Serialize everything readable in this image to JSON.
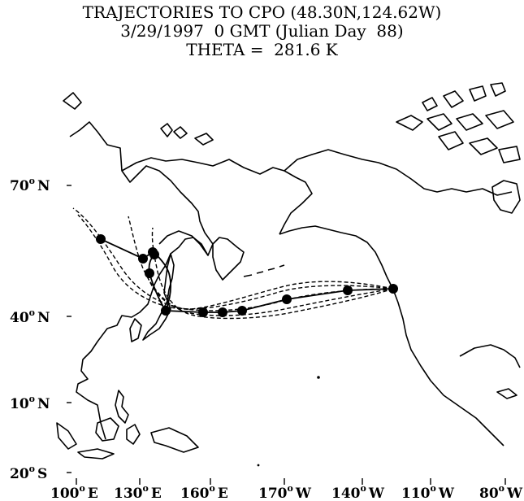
{
  "title": {
    "line1": "TRAJECTORIES TO CPO (48.30N,124.62W)",
    "line2": "3/29/1997  0 GMT (Julian Day  88)",
    "line3": "THETA =  281.6 K"
  },
  "axes": {
    "y_labels": [
      {
        "deg": "70",
        "hemi": "N"
      },
      {
        "deg": "40",
        "hemi": "N"
      },
      {
        "deg": "10",
        "hemi": "N"
      },
      {
        "deg": "20",
        "hemi": "S"
      }
    ],
    "x_labels": [
      {
        "deg": "100",
        "hemi": "E"
      },
      {
        "deg": "130",
        "hemi": "E"
      },
      {
        "deg": "160",
        "hemi": "E"
      },
      {
        "deg": "170",
        "hemi": "W"
      },
      {
        "deg": "140",
        "hemi": "W"
      },
      {
        "deg": "110",
        "hemi": "W"
      },
      {
        "deg": "80",
        "hemi": "W"
      }
    ]
  },
  "colors": {
    "coast": "#000000",
    "trajectory": "#000000",
    "marker": "#000000",
    "background": "#ffffff"
  }
}
